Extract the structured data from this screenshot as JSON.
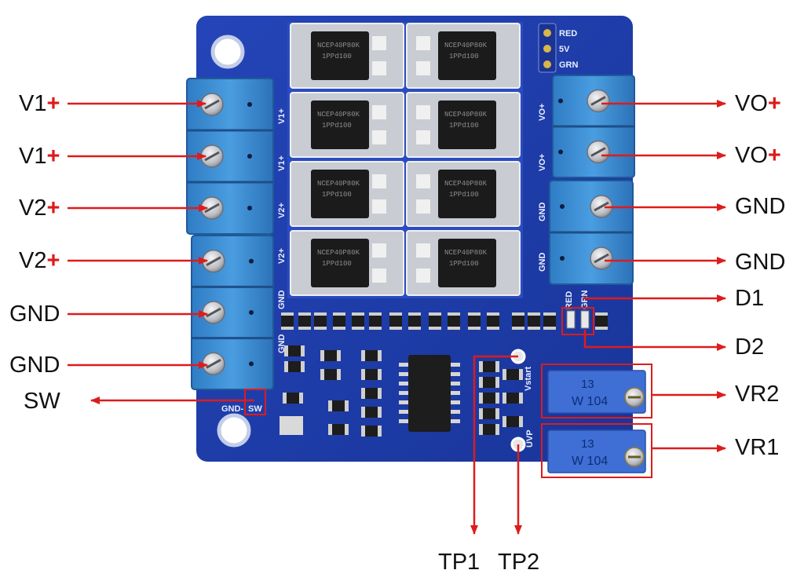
{
  "colors": {
    "board": "#1f3fae",
    "terminal": "#3b8fd6",
    "arrow": "#dd1c1c",
    "mosfet": "#1b1b1b",
    "pad": "#c9ccd2",
    "pot": "#3f6fd4"
  },
  "labels": {
    "left": [
      {
        "base": "V1",
        "plus": "+"
      },
      {
        "base": "V1",
        "plus": "+"
      },
      {
        "base": "V2",
        "plus": "+"
      },
      {
        "base": "V2",
        "plus": "+"
      },
      {
        "base": "GND",
        "plus": ""
      },
      {
        "base": "GND",
        "plus": ""
      },
      {
        "base": "SW",
        "plus": ""
      }
    ],
    "right": [
      {
        "base": "VO",
        "plus": "+"
      },
      {
        "base": "VO",
        "plus": "+"
      },
      {
        "base": "GND",
        "plus": ""
      },
      {
        "base": "GND",
        "plus": ""
      },
      {
        "base": "D1",
        "plus": ""
      },
      {
        "base": "D2",
        "plus": ""
      },
      {
        "base": "VR2",
        "plus": ""
      },
      {
        "base": "VR1",
        "plus": ""
      }
    ],
    "bottom": [
      "TP1",
      "TP2"
    ]
  },
  "silkscreen": {
    "left_terminals": [
      "V1+",
      "V1+",
      "V2+",
      "V2+",
      "GND",
      "GND"
    ],
    "right_terminals": [
      "VO+",
      "VO+",
      "GND",
      "GND"
    ],
    "header": [
      "RED",
      "5V",
      "GRN"
    ],
    "led": [
      "RED",
      "GRN"
    ],
    "sw": "SW",
    "gnd_sw": "GND-",
    "vstart": "Vstart",
    "uvp": "UVP"
  },
  "mosfet_marking": [
    "NCEP40P80K",
    "1PPd100"
  ],
  "pot_marking": [
    "13",
    "W 104"
  ]
}
